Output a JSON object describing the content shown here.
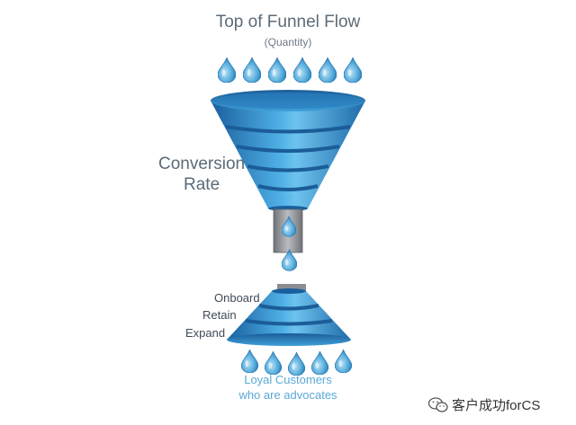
{
  "diagram": {
    "title": "Top of Funnel Flow",
    "subtitle": "(Quantity)",
    "conversion_label_line1": "Conversion",
    "conversion_label_line2": "Rate",
    "stages": {
      "onboard": "Onboard",
      "retain": "Retain",
      "expand": "Expand"
    },
    "bottom_label_line1": "Loyal Customers",
    "bottom_label_line2": "who are advocates"
  },
  "watermark": {
    "text": "客户成功forCS",
    "icon": "wechat-icon"
  },
  "colors": {
    "funnel_dark": "#1a5f9e",
    "funnel_light": "#6ec3ee",
    "neck": "#8a8e93",
    "drop": "#5aa9d6",
    "text": "#5b6b78"
  }
}
